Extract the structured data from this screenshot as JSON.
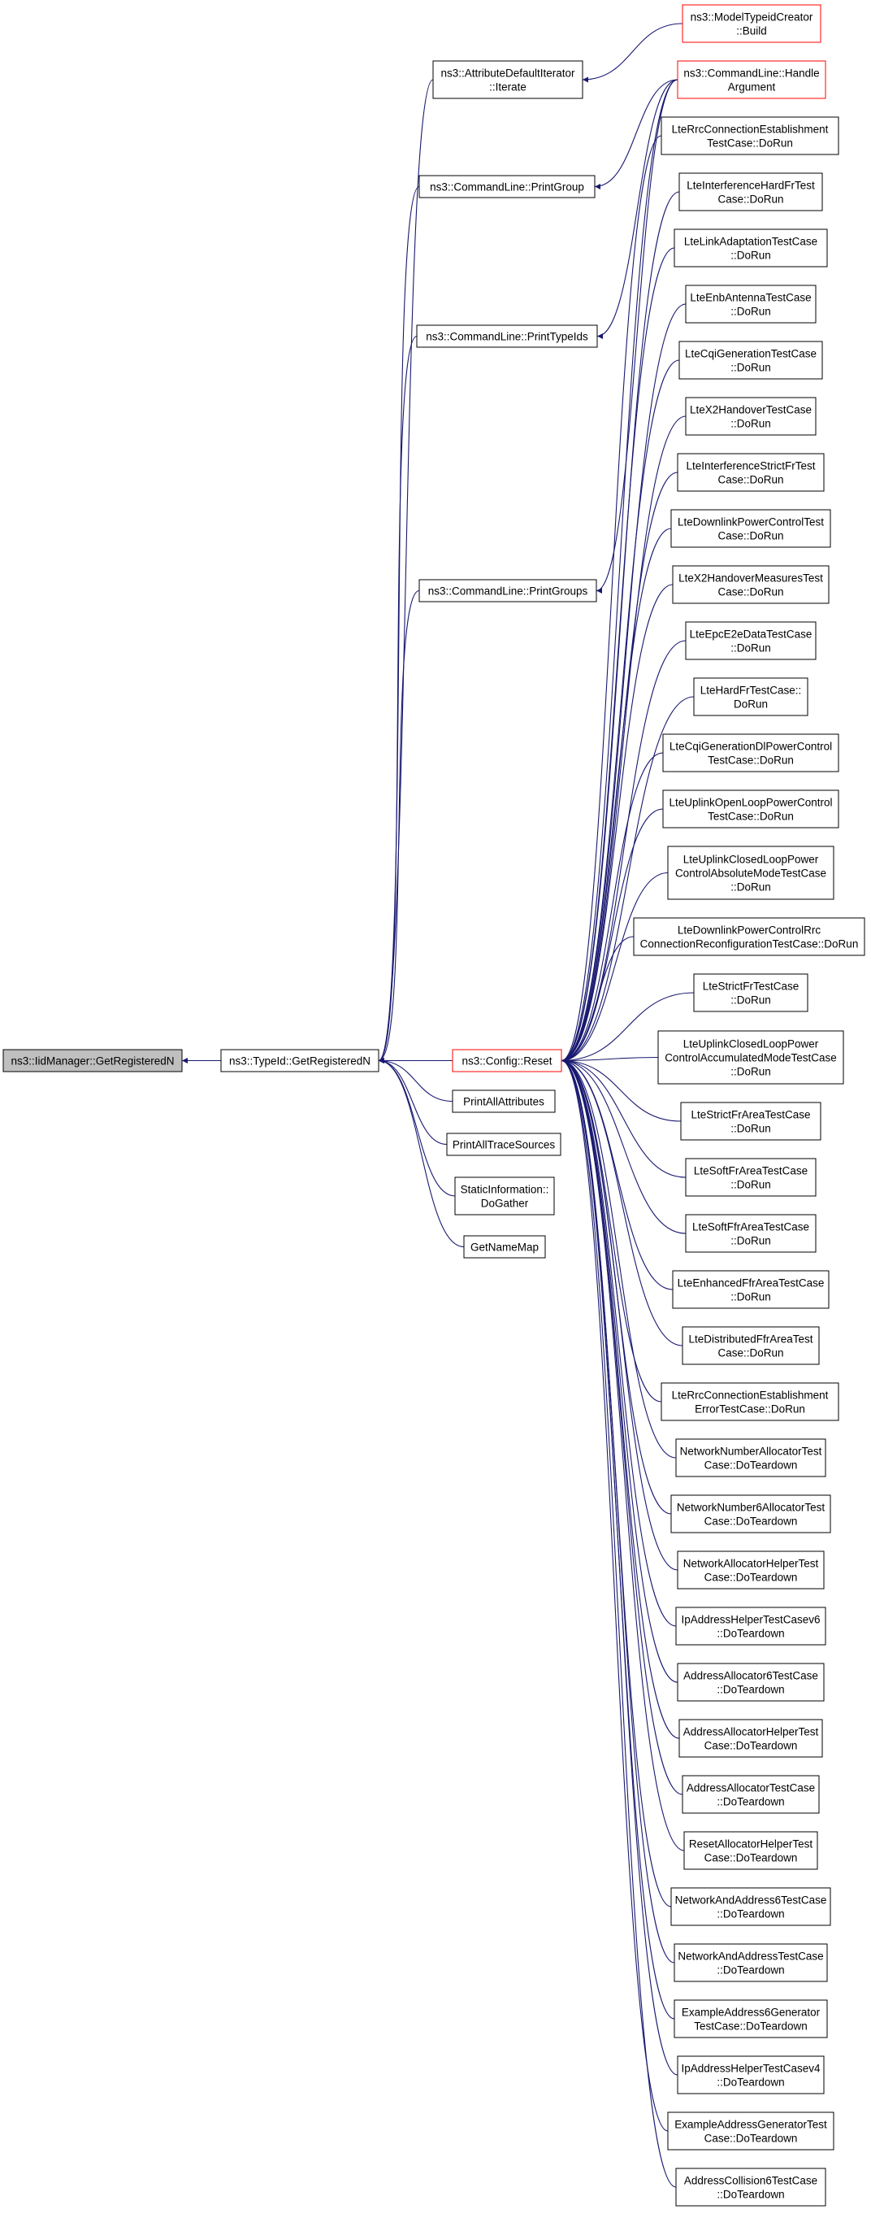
{
  "graph": {
    "colors": {
      "edge": "#191970",
      "node_border": "#000000",
      "highlight_border": "#ff0000",
      "root_fill": "#bfbfbf",
      "node_fill": "#ffffff"
    },
    "nodes": [
      {
        "id": "root",
        "lines": [
          "ns3::IidManager::GetRegisteredN"
        ],
        "style": "root"
      },
      {
        "id": "typeid",
        "lines": [
          "ns3::TypeId::GetRegisteredN"
        ],
        "style": "normal"
      },
      {
        "id": "attr_iter",
        "lines": [
          "ns3::AttributeDefaultIterator",
          "::Iterate"
        ],
        "style": "normal"
      },
      {
        "id": "print_group",
        "lines": [
          "ns3::CommandLine::PrintGroup"
        ],
        "style": "normal"
      },
      {
        "id": "print_typeids",
        "lines": [
          "ns3::CommandLine::PrintTypeIds"
        ],
        "style": "normal"
      },
      {
        "id": "print_groups",
        "lines": [
          "ns3::CommandLine::PrintGroups"
        ],
        "style": "normal"
      },
      {
        "id": "config_reset",
        "lines": [
          "ns3::Config::Reset"
        ],
        "style": "highlight"
      },
      {
        "id": "print_all_attrs",
        "lines": [
          "PrintAllAttributes"
        ],
        "style": "normal"
      },
      {
        "id": "print_all_trace",
        "lines": [
          "PrintAllTraceSources"
        ],
        "style": "normal"
      },
      {
        "id": "static_info",
        "lines": [
          "StaticInformation::",
          "DoGather"
        ],
        "style": "normal"
      },
      {
        "id": "get_name_map",
        "lines": [
          "GetNameMap"
        ],
        "style": "normal"
      },
      {
        "id": "model_typeid",
        "lines": [
          "ns3::ModelTypeidCreator",
          "::Build"
        ],
        "style": "highlight"
      },
      {
        "id": "handle_arg",
        "lines": [
          "ns3::CommandLine::Handle",
          "Argument"
        ],
        "style": "highlight"
      },
      {
        "id": "c1",
        "lines": [
          "LteRrcConnectionEstablishment",
          "TestCase::DoRun"
        ],
        "style": "normal"
      },
      {
        "id": "c2",
        "lines": [
          "LteInterferenceHardFrTest",
          "Case::DoRun"
        ],
        "style": "normal"
      },
      {
        "id": "c3",
        "lines": [
          "LteLinkAdaptationTestCase",
          "::DoRun"
        ],
        "style": "normal"
      },
      {
        "id": "c4",
        "lines": [
          "LteEnbAntennaTestCase",
          "::DoRun"
        ],
        "style": "normal"
      },
      {
        "id": "c5",
        "lines": [
          "LteCqiGenerationTestCase",
          "::DoRun"
        ],
        "style": "normal"
      },
      {
        "id": "c6",
        "lines": [
          "LteX2HandoverTestCase",
          "::DoRun"
        ],
        "style": "normal"
      },
      {
        "id": "c7",
        "lines": [
          "LteInterferenceStrictFrTest",
          "Case::DoRun"
        ],
        "style": "normal"
      },
      {
        "id": "c8",
        "lines": [
          "LteDownlinkPowerControlTest",
          "Case::DoRun"
        ],
        "style": "normal"
      },
      {
        "id": "c9",
        "lines": [
          "LteX2HandoverMeasuresTest",
          "Case::DoRun"
        ],
        "style": "normal"
      },
      {
        "id": "c10",
        "lines": [
          "LteEpcE2eDataTestCase",
          "::DoRun"
        ],
        "style": "normal"
      },
      {
        "id": "c11",
        "lines": [
          "LteHardFrTestCase::",
          "DoRun"
        ],
        "style": "normal"
      },
      {
        "id": "c12",
        "lines": [
          "LteCqiGenerationDlPowerControl",
          "TestCase::DoRun"
        ],
        "style": "normal"
      },
      {
        "id": "c13",
        "lines": [
          "LteUplinkOpenLoopPowerControl",
          "TestCase::DoRun"
        ],
        "style": "normal"
      },
      {
        "id": "c14",
        "lines": [
          "LteUplinkClosedLoopPower",
          "ControlAbsoluteModeTestCase",
          "::DoRun"
        ],
        "style": "normal"
      },
      {
        "id": "c15",
        "lines": [
          "LteDownlinkPowerControlRrc",
          "ConnectionReconfigurationTestCase::DoRun"
        ],
        "style": "normal"
      },
      {
        "id": "c16",
        "lines": [
          "LteStrictFrTestCase",
          "::DoRun"
        ],
        "style": "normal"
      },
      {
        "id": "c17",
        "lines": [
          "LteUplinkClosedLoopPower",
          "ControlAccumulatedModeTestCase",
          "::DoRun"
        ],
        "style": "normal"
      },
      {
        "id": "c18",
        "lines": [
          "LteStrictFrAreaTestCase",
          "::DoRun"
        ],
        "style": "normal"
      },
      {
        "id": "c19",
        "lines": [
          "LteSoftFrAreaTestCase",
          "::DoRun"
        ],
        "style": "normal"
      },
      {
        "id": "c20",
        "lines": [
          "LteSoftFfrAreaTestCase",
          "::DoRun"
        ],
        "style": "normal"
      },
      {
        "id": "c21",
        "lines": [
          "LteEnhancedFfrAreaTestCase",
          "::DoRun"
        ],
        "style": "normal"
      },
      {
        "id": "c22",
        "lines": [
          "LteDistributedFfrAreaTest",
          "Case::DoRun"
        ],
        "style": "normal"
      },
      {
        "id": "c23",
        "lines": [
          "LteRrcConnectionEstablishment",
          "ErrorTestCase::DoRun"
        ],
        "style": "normal"
      },
      {
        "id": "c24",
        "lines": [
          "NetworkNumberAllocatorTest",
          "Case::DoTeardown"
        ],
        "style": "normal"
      },
      {
        "id": "c25",
        "lines": [
          "NetworkNumber6AllocatorTest",
          "Case::DoTeardown"
        ],
        "style": "normal"
      },
      {
        "id": "c26",
        "lines": [
          "NetworkAllocatorHelperTest",
          "Case::DoTeardown"
        ],
        "style": "normal"
      },
      {
        "id": "c27",
        "lines": [
          "IpAddressHelperTestCasev6",
          "::DoTeardown"
        ],
        "style": "normal"
      },
      {
        "id": "c28",
        "lines": [
          "AddressAllocator6TestCase",
          "::DoTeardown"
        ],
        "style": "normal"
      },
      {
        "id": "c29",
        "lines": [
          "AddressAllocatorHelperTest",
          "Case::DoTeardown"
        ],
        "style": "normal"
      },
      {
        "id": "c30",
        "lines": [
          "AddressAllocatorTestCase",
          "::DoTeardown"
        ],
        "style": "normal"
      },
      {
        "id": "c31",
        "lines": [
          "ResetAllocatorHelperTest",
          "Case::DoTeardown"
        ],
        "style": "normal"
      },
      {
        "id": "c32",
        "lines": [
          "NetworkAndAddress6TestCase",
          "::DoTeardown"
        ],
        "style": "normal"
      },
      {
        "id": "c33",
        "lines": [
          "NetworkAndAddressTestCase",
          "::DoTeardown"
        ],
        "style": "normal"
      },
      {
        "id": "c34",
        "lines": [
          "ExampleAddress6Generator",
          "TestCase::DoTeardown"
        ],
        "style": "normal"
      },
      {
        "id": "c35",
        "lines": [
          "IpAddressHelperTestCasev4",
          "::DoTeardown"
        ],
        "style": "normal"
      },
      {
        "id": "c36",
        "lines": [
          "ExampleAddressGeneratorTest",
          "Case::DoTeardown"
        ],
        "style": "normal"
      },
      {
        "id": "c37",
        "lines": [
          "AddressCollision6TestCase",
          "::DoTeardown"
        ],
        "style": "normal"
      }
    ],
    "edges": [
      {
        "from": "typeid",
        "to": "root"
      },
      {
        "from": "attr_iter",
        "to": "typeid"
      },
      {
        "from": "print_group",
        "to": "typeid"
      },
      {
        "from": "print_typeids",
        "to": "typeid"
      },
      {
        "from": "print_groups",
        "to": "typeid"
      },
      {
        "from": "config_reset",
        "to": "typeid"
      },
      {
        "from": "print_all_attrs",
        "to": "typeid"
      },
      {
        "from": "print_all_trace",
        "to": "typeid"
      },
      {
        "from": "static_info",
        "to": "typeid"
      },
      {
        "from": "get_name_map",
        "to": "typeid"
      },
      {
        "from": "model_typeid",
        "to": "attr_iter"
      },
      {
        "from": "handle_arg",
        "to": "print_group"
      },
      {
        "from": "handle_arg",
        "to": "print_typeids"
      },
      {
        "from": "handle_arg",
        "to": "print_groups"
      },
      {
        "from": "handle_arg",
        "to": "config_reset"
      },
      {
        "from": "c1",
        "to": "config_reset"
      },
      {
        "from": "c2",
        "to": "config_reset"
      },
      {
        "from": "c3",
        "to": "config_reset"
      },
      {
        "from": "c4",
        "to": "config_reset"
      },
      {
        "from": "c5",
        "to": "config_reset"
      },
      {
        "from": "c6",
        "to": "config_reset"
      },
      {
        "from": "c7",
        "to": "config_reset"
      },
      {
        "from": "c8",
        "to": "config_reset"
      },
      {
        "from": "c9",
        "to": "config_reset"
      },
      {
        "from": "c10",
        "to": "config_reset"
      },
      {
        "from": "c11",
        "to": "config_reset"
      },
      {
        "from": "c12",
        "to": "config_reset"
      },
      {
        "from": "c13",
        "to": "config_reset"
      },
      {
        "from": "c14",
        "to": "config_reset"
      },
      {
        "from": "c15",
        "to": "config_reset"
      },
      {
        "from": "c16",
        "to": "config_reset"
      },
      {
        "from": "c17",
        "to": "config_reset"
      },
      {
        "from": "c18",
        "to": "config_reset"
      },
      {
        "from": "c19",
        "to": "config_reset"
      },
      {
        "from": "c20",
        "to": "config_reset"
      },
      {
        "from": "c21",
        "to": "config_reset"
      },
      {
        "from": "c22",
        "to": "config_reset"
      },
      {
        "from": "c23",
        "to": "config_reset"
      },
      {
        "from": "c24",
        "to": "config_reset"
      },
      {
        "from": "c25",
        "to": "config_reset"
      },
      {
        "from": "c26",
        "to": "config_reset"
      },
      {
        "from": "c27",
        "to": "config_reset"
      },
      {
        "from": "c28",
        "to": "config_reset"
      },
      {
        "from": "c29",
        "to": "config_reset"
      },
      {
        "from": "c30",
        "to": "config_reset"
      },
      {
        "from": "c31",
        "to": "config_reset"
      },
      {
        "from": "c32",
        "to": "config_reset"
      },
      {
        "from": "c33",
        "to": "config_reset"
      },
      {
        "from": "c34",
        "to": "config_reset"
      },
      {
        "from": "c35",
        "to": "config_reset"
      },
      {
        "from": "c36",
        "to": "config_reset"
      },
      {
        "from": "c37",
        "to": "config_reset"
      }
    ]
  }
}
